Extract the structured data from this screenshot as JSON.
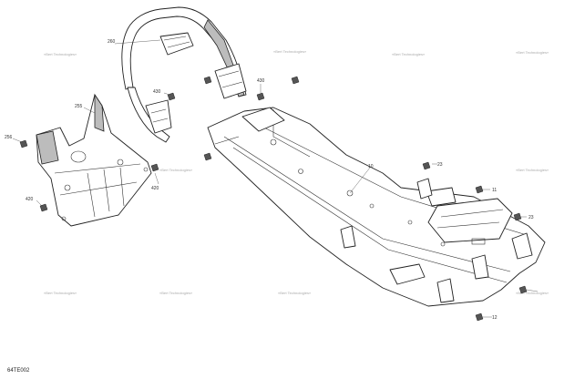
{
  "diagram_code": "64TE002",
  "watermark_text": "«Bert Technologies»",
  "callouts": {
    "c260": "260",
    "c255": "255",
    "c256": "256",
    "c430a": "430",
    "c430b": "430",
    "c420a": "420",
    "c420b": "420",
    "c10": "10",
    "c11": "11",
    "c12": "12",
    "c23a": "23",
    "c23b": "23"
  },
  "colors": {
    "line": "#222222",
    "shade": "#bcbcbc",
    "background": "#ffffff"
  }
}
